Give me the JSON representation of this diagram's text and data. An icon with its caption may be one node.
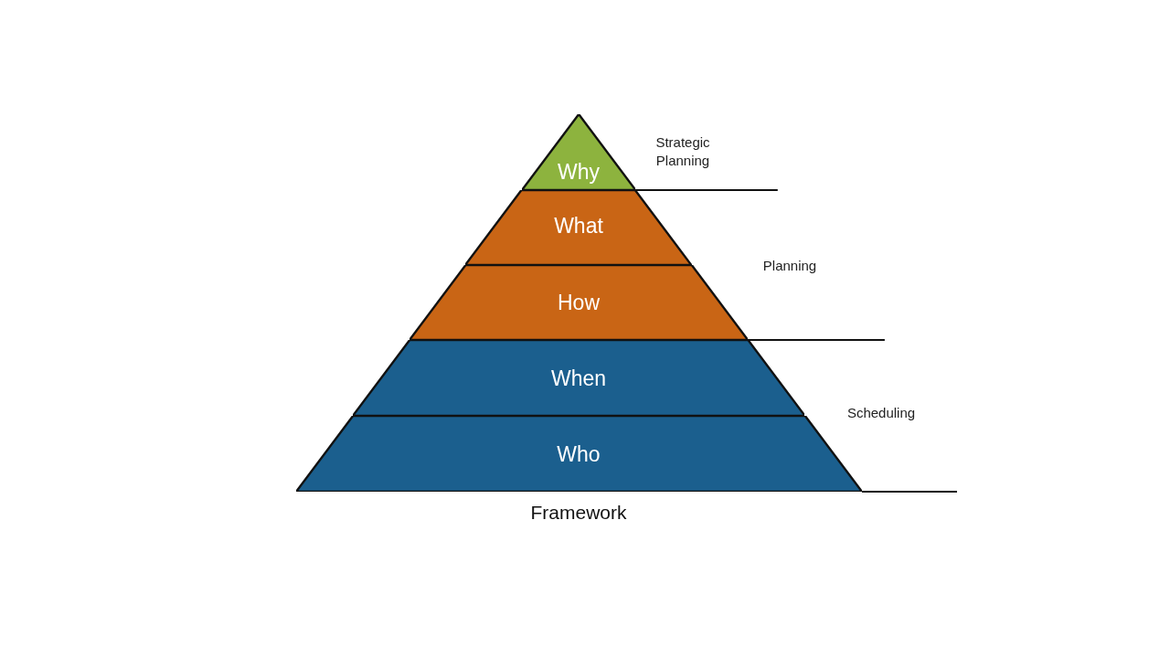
{
  "diagram": {
    "caption": "Framework",
    "nodes": [
      {
        "text": [
          "Why"
        ]
      },
      {
        "text": [
          "What"
        ]
      },
      {
        "text": [
          "How"
        ]
      },
      {
        "text": [
          "When"
        ]
      },
      {
        "text": [
          "Who"
        ]
      }
    ],
    "labels": [
      "Strategic Planning",
      "Planning",
      "Scheduling"
    ]
  }
}
